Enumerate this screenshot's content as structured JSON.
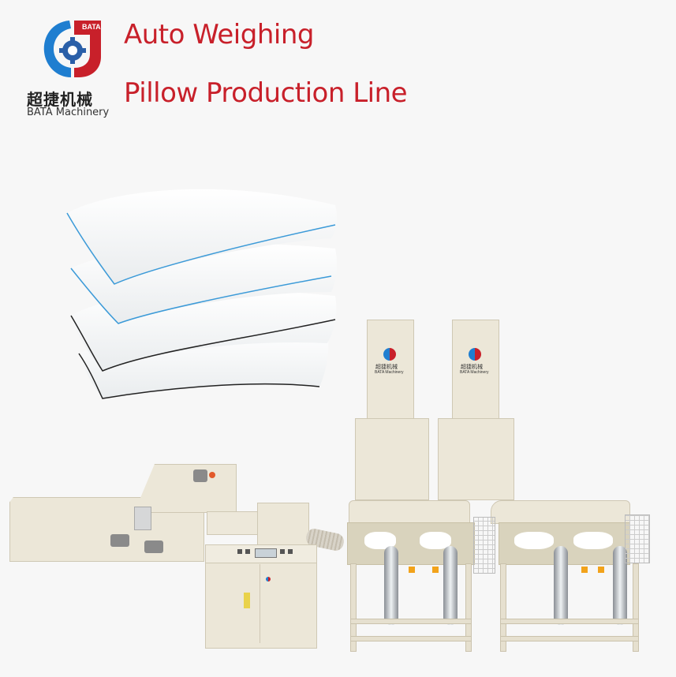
{
  "brand": {
    "logo_badge": "BATA",
    "name_cn": "超捷机械",
    "name_en": "BATA Machinery",
    "colors": {
      "red": "#c8202a",
      "blue": "#1f7ed0",
      "gear": "#2a5fa8"
    }
  },
  "header": {
    "title_line1": "Auto Weighing",
    "title_line2": "Pillow Production Line",
    "title_color": "#c8202a"
  },
  "product": {
    "pillows": [
      {
        "piping_color": "#3b9ad8"
      },
      {
        "piping_color": "#3b9ad8"
      },
      {
        "piping_color": "#222222"
      },
      {
        "piping_color": "#222222"
      }
    ],
    "machines": [
      {
        "name": "opening-machine"
      },
      {
        "name": "control-cabinet"
      },
      {
        "name": "weighing-tower-left",
        "label_cn": "超捷机械",
        "label_en": "BATA Machinery"
      },
      {
        "name": "weighing-tower-right",
        "label_cn": "超捷机械",
        "label_en": "BATA Machinery"
      },
      {
        "name": "filling-station-left"
      },
      {
        "name": "filling-station-right"
      }
    ]
  }
}
